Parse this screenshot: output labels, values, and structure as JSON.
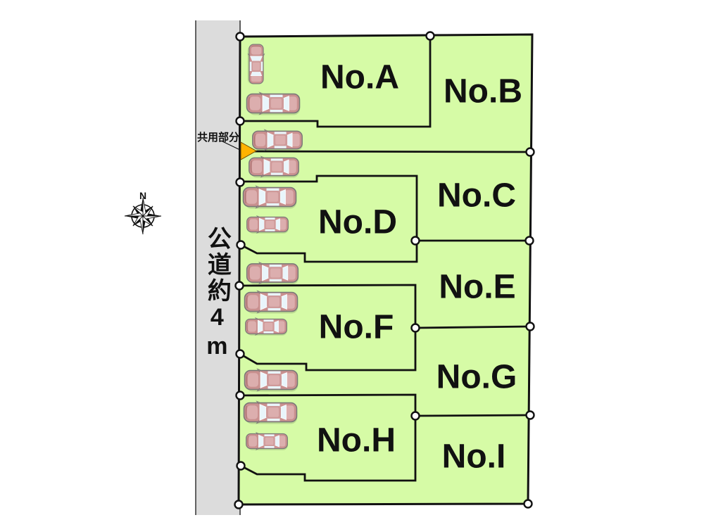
{
  "diagram": {
    "type": "residential-subdivision-plot-map",
    "lots": [
      {
        "id": "A",
        "label": "No.A",
        "visible_cars": 2
      },
      {
        "id": "B",
        "label": "No.B",
        "visible_cars": 1
      },
      {
        "id": "C",
        "label": "No.C",
        "visible_cars": 1
      },
      {
        "id": "D",
        "label": "No.D",
        "visible_cars": 2
      },
      {
        "id": "E",
        "label": "No.E",
        "visible_cars": 1
      },
      {
        "id": "F",
        "label": "No.F",
        "visible_cars": 2
      },
      {
        "id": "G",
        "label": "No.G",
        "visible_cars": 1
      },
      {
        "id": "H",
        "label": "No.H",
        "visible_cars": 2
      },
      {
        "id": "I",
        "label": "No.I",
        "visible_cars": 0
      }
    ],
    "road_label": "公道約4m",
    "shared_area_label": "共用部分",
    "compass_label": "N",
    "total_car_icons": 12,
    "boundary_marker_count": 18
  },
  "colors": {
    "lot_fill": "#d6fba6",
    "lot_border": "#111111",
    "road_fill": "#dcdcdc",
    "shared_arrow": "#ffb300",
    "car_body": "#c9908f",
    "car_window": "#e9f5fb",
    "marker_fill": "#ffffff"
  }
}
